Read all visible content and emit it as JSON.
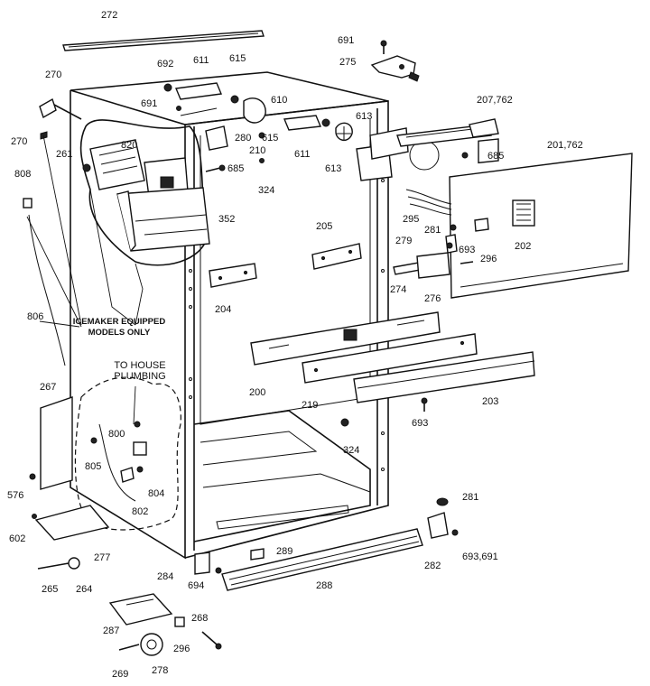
{
  "diagram": {
    "part_labels": [
      "272",
      "691",
      "275",
      "692",
      "611",
      "615",
      "270",
      "691",
      "610",
      "207,762",
      "613",
      "280",
      "615",
      "611",
      "820",
      "270",
      "261",
      "210",
      "613",
      "685",
      "201,762",
      "685",
      "808",
      "324",
      "352",
      "205",
      "295",
      "281",
      "279",
      "693",
      "202",
      "296",
      "204",
      "274",
      "276",
      "806",
      "200",
      "219",
      "203",
      "267",
      "693",
      "324",
      "800",
      "805",
      "804",
      "802",
      "576",
      "602",
      "281",
      "277",
      "289",
      "282",
      "693,691",
      "265",
      "264",
      "284",
      "694",
      "288",
      "287",
      "268",
      "296",
      "269",
      "278"
    ],
    "notes": {
      "icemaker": [
        "ICEMAKER EQUIPPED",
        "MODELS ONLY"
      ],
      "plumbing": [
        "TO HOUSE",
        "PLUMBING"
      ]
    }
  }
}
